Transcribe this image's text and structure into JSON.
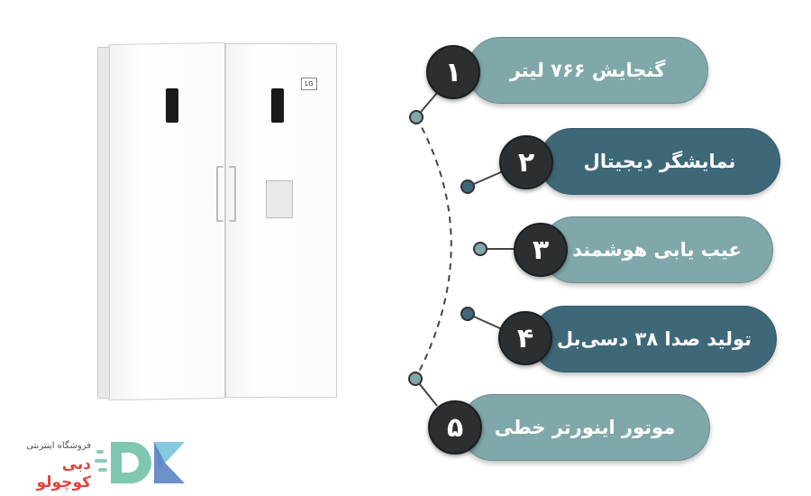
{
  "features": [
    {
      "number": "۱",
      "label": "گنجایش ۷۶۶ لیتر",
      "style": "light"
    },
    {
      "number": "۲",
      "label": "نمایشگر دیجیتال",
      "style": "dark"
    },
    {
      "number": "۳",
      "label": "عیب یابی هوشمند",
      "style": "light"
    },
    {
      "number": "۴",
      "label": "تولید صدا ۳۸ دسی‌بل",
      "style": "dark"
    },
    {
      "number": "۵",
      "label": "موتور اینورتر خطی",
      "style": "light"
    }
  ],
  "logo": {
    "line1": "فروشگاه اینترنتی",
    "line2": "دبی کوچولو",
    "mark": "DK"
  },
  "brand_badge": "LG",
  "colors": {
    "light_pill": "#80a7a9",
    "dark_pill": "#3e6878",
    "number_circle": "#2b2f31",
    "logo_red": "#e0443f"
  }
}
